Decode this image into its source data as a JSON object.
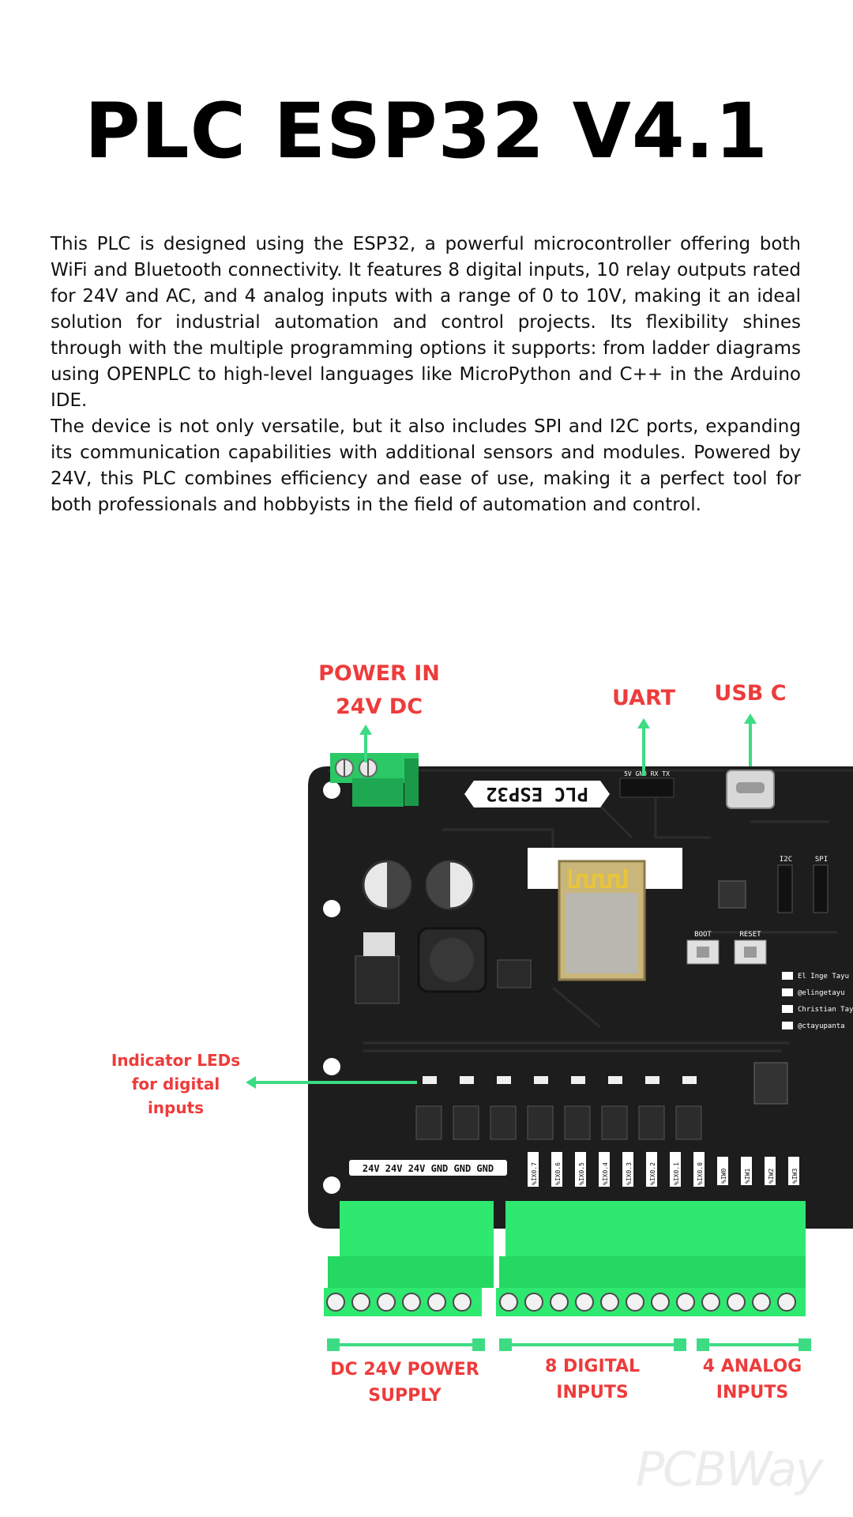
{
  "title": "PLC ESP32 V4.1",
  "paragraphs": [
    "This PLC is designed using the ESP32, a powerful microcontroller offering both WiFi and Bluetooth connectivity. It features 8 digital inputs, 10 relay outputs rated for 24V and AC, and 4 analog inputs with a range of 0 to 10V, making it an ideal solution for industrial automation and control projects. Its flexibility shines through with the multiple programming options it supports: from ladder diagrams using OPENPLC to high-level languages like MicroPython and C++ in the Arduino IDE.",
    "The device is not only versatile, but it also includes SPI and I2C ports, expanding its communication capabilities with additional sensors and modules. Powered by 24V, this PLC combines efficiency and ease of use, making it a perfect tool for both professionals and hobbyists in the field of automation and control."
  ],
  "callouts": {
    "power_in_line1": "POWER IN",
    "power_in_line2": "24V DC",
    "uart": "UART",
    "usb_c": "USB C",
    "indicator_line1": "Indicator LEDs",
    "indicator_line2": "for digital",
    "indicator_line3": "inputs",
    "dc_power_line1": "DC 24V POWER",
    "dc_power_line2": "SUPPLY",
    "digital_line1": "8 DIGITAL",
    "digital_line2": "INPUTS",
    "analog_line1": "4 ANALOG",
    "analog_line2": "INPUTS"
  },
  "board": {
    "silkscreen_name": "PLC ESP32",
    "uart_pins": "5V GND RX TX",
    "power_pins": "24V 24V 24V GND GND GND",
    "input_labels": [
      "%IX0.7",
      "%IX0.6",
      "%IX0.5",
      "%IX0.4",
      "%IX0.3",
      "%IX0.2",
      "%IX0.1",
      "%IX0.0"
    ],
    "analog_labels": [
      "%IW0",
      "%IW1",
      "%IW2",
      "%IW3"
    ],
    "boot_label": "BOOT",
    "reset_label": "RESET",
    "i2c_label": "I2C",
    "spi_label": "SPI",
    "social": [
      "El Inge Tayu",
      "@elingetayu",
      "Christian Tayupanta",
      "@ctayupanta"
    ]
  },
  "watermark": "PCBWay",
  "colors": {
    "accent_red": "#ee3b3b",
    "accent_green": "#3ddc84",
    "board": "#1e1e1e",
    "terminal": "#2ee870"
  }
}
